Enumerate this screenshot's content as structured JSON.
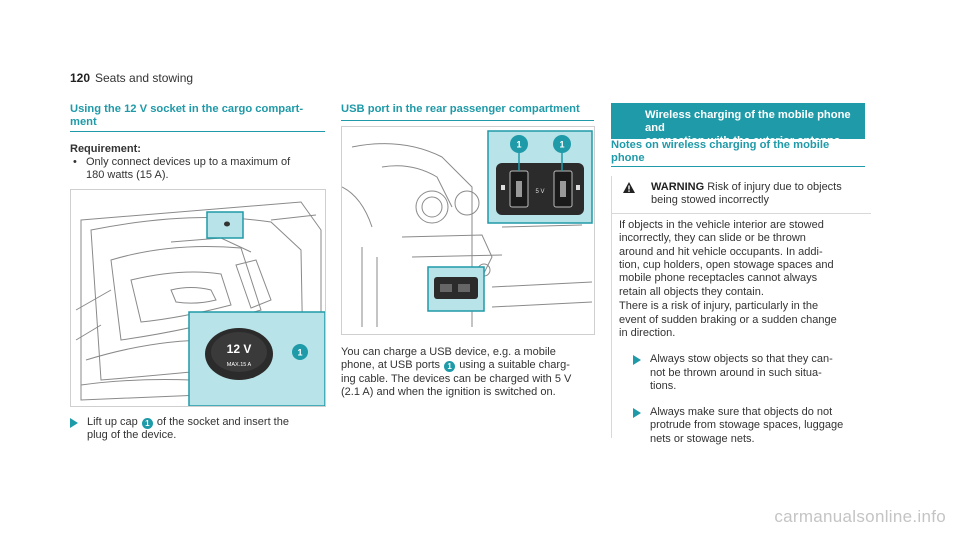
{
  "header": {
    "page_number": "120",
    "section_title": "Seats and stowing"
  },
  "col1": {
    "heading_line1": "Using the 12 V socket in the cargo compart-",
    "heading_line2": "ment",
    "requirement_label": "Requirement:",
    "requirement_line1": "Only connect devices up to a maximum of",
    "requirement_line2": "180 watts (15 A).",
    "figure": {
      "label_top": "12 V",
      "label_bottom": "MAX.15 A",
      "callout": "1"
    },
    "instruction_line1_a": "Lift up cap",
    "instruction_callout": "1",
    "instruction_line1_b": "of the socket and insert the",
    "instruction_line2": "plug of the device."
  },
  "col2": {
    "heading": "USB port in the rear passenger compartment",
    "figure": {
      "callout_left": "1",
      "callout_right": "1",
      "usb_voltage_label": "5 V"
    },
    "body_line1": "You can charge a USB device, e.g. a mobile",
    "body_line2_a": "phone, at USB ports",
    "body_callout": "1",
    "body_line2_b": "using a suitable charg-",
    "body_line3": "ing cable. The devices can be charged with 5 V",
    "body_line4": "(2.1 A) and when the ignition is switched on."
  },
  "col3": {
    "box_line1": "Wireless charging of the mobile phone and",
    "box_line2": "connection with the exterior antenna",
    "subheading_line1": "Notes on wireless charging of the mobile",
    "subheading_line2": "phone",
    "warning_title": "WARNING",
    "warning_title_rest": "Risk of injury due to objects",
    "warning_title_line2": "being stowed incorrectly",
    "para1": [
      "If objects in the vehicle interior are stowed",
      "incorrectly, they can slide or be thrown",
      "around and hit vehicle occupants. In addi-",
      "tion, cup holders, open stowage spaces and",
      "mobile phone receptacles cannot always",
      "retain all objects they contain."
    ],
    "para2": [
      "There is a risk of injury, particularly in the",
      "event of sudden braking or a sudden change",
      "in direction."
    ],
    "step1": [
      "Always stow objects so that they can-",
      "not be thrown around in such situa-",
      "tions."
    ],
    "step2": [
      "Always make sure that objects do not",
      "protrude from stowage spaces, luggage",
      "nets or stowage nets."
    ]
  },
  "watermark": "carmanualsonline.info",
  "colors": {
    "accent": "#1f9aa8",
    "highlight": "#b8e3e8"
  }
}
